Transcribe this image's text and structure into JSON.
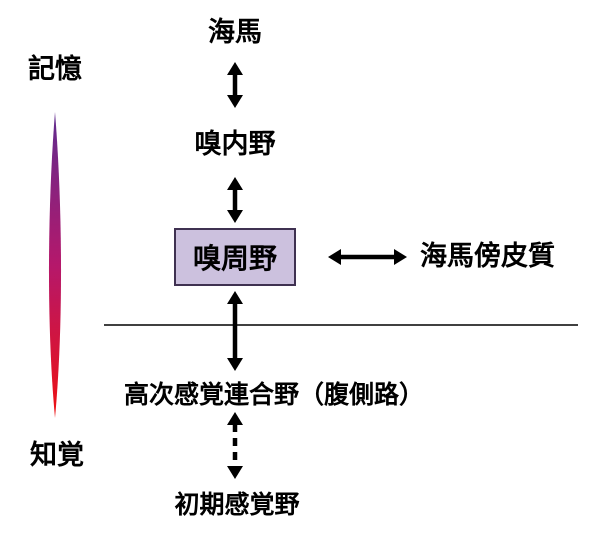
{
  "nodes": {
    "hippocampus": "海馬",
    "entorhinal": "嗅内野",
    "perirhinal": "嗅周野",
    "parahippocampal": "海馬傍皮質",
    "higher_sensory_association": "高次感覚連合野（腹側路）",
    "early_sensory": "初期感覚野"
  },
  "axis": {
    "memory_label": "記憶",
    "perception_label": "知覚"
  },
  "colors": {
    "box_fill": "#CCC1DE",
    "box_border": "#3F3151",
    "gradient_top": "#5F2C8F",
    "gradient_middle": "#B5186B",
    "gradient_bottom": "#EE1111",
    "arrow": "#000000",
    "background": "#FFFFFF"
  }
}
